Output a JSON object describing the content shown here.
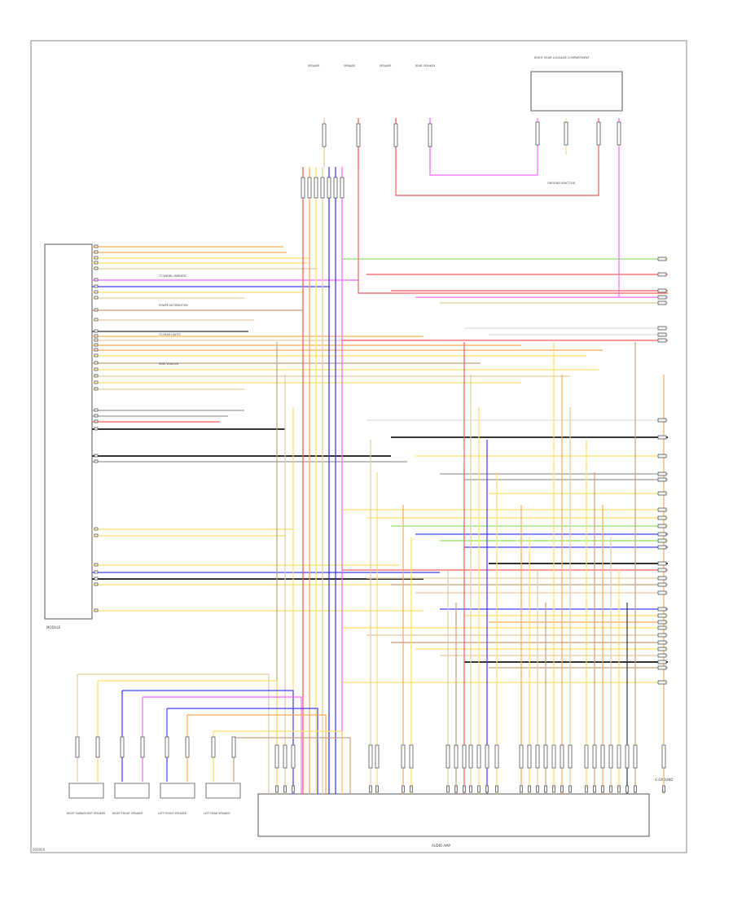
{
  "diagram": {
    "footer_code": "000000",
    "module_left_label": "MODULE",
    "module_bottom_label": "AUDIO AMP",
    "ground_label": "G GROUND",
    "top_components": [
      {
        "label": "SPEAKER"
      },
      {
        "label": "SPEAKER"
      },
      {
        "label": "SPEAKER"
      },
      {
        "label": "REAR SPEAKER"
      }
    ],
    "top_right_module": "RIGHT REAR LUGGAGE COMPARTMENT",
    "top_right_sub": "GROUND JUNCTION",
    "bottom_speakers": [
      {
        "label": "RIGHT SUBWOOFER SPEAKER"
      },
      {
        "label": "RIGHT FRONT SPEAKER"
      },
      {
        "label": "LEFT FRONT SPEAKER"
      },
      {
        "label": "LEFT REAR SPEAKER"
      }
    ],
    "left_annotations": [
      "TO WIRING HARNESS",
      "POWER DISTRIBUTION",
      "TO REAR LIGHTS",
      "REAR WINDOW"
    ],
    "wire_colors": {
      "red": "#ff5a5a",
      "orange": "#ffaa55",
      "yellow": "#ffe066",
      "green": "#8fe36a",
      "blue": "#3d3dff",
      "violet": "#ff66ff",
      "brown": "#c8a27a",
      "grey": "#9a9a9a",
      "black": "#333333",
      "white": "#dddddd",
      "tan": "#e7c9a1"
    }
  }
}
